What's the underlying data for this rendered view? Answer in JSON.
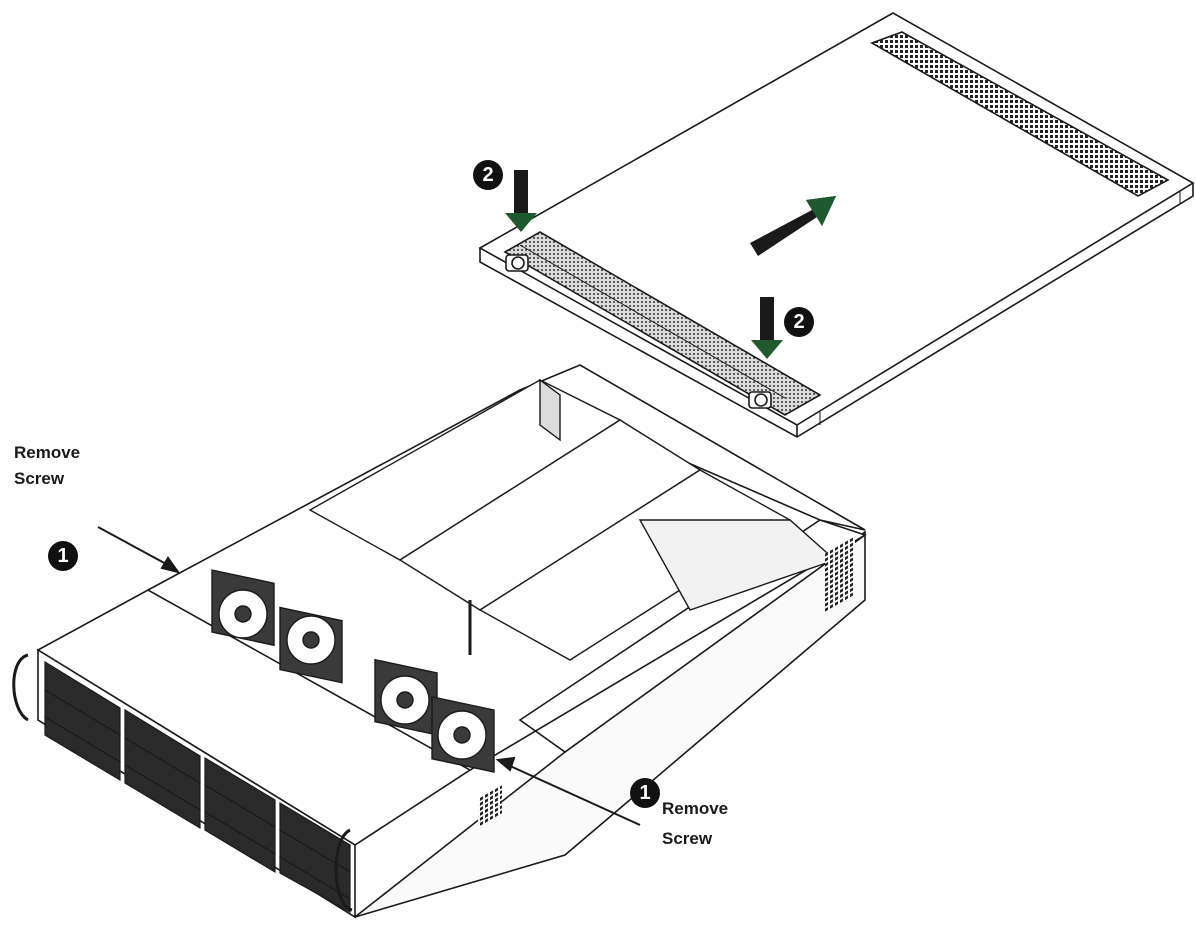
{
  "callouts": {
    "left_label_line1": "Remove",
    "left_label_line2": "Screw",
    "right_label_line1": "Remove",
    "right_label_line2": "Screw",
    "step_remove_screw": "1",
    "step_push_down": "2"
  },
  "colors": {
    "line": "#1a1a1a",
    "arrow_green": "#1e5a2e",
    "badge": "#111111",
    "background": "#ffffff"
  }
}
